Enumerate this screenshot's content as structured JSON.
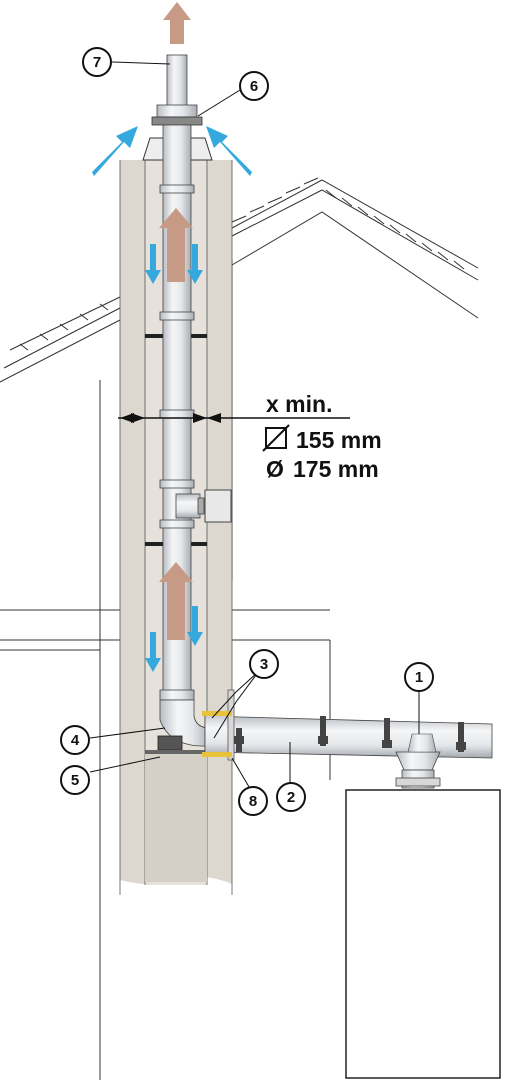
{
  "dimension": {
    "label": "x min.",
    "square_size": "155 mm",
    "round_size": "175 mm",
    "square_symbol": "◻",
    "round_symbol": "Ø"
  },
  "callouts": [
    "1",
    "2",
    "3",
    "4",
    "5",
    "6",
    "7",
    "8"
  ],
  "colors": {
    "chimney": "#dcd8d0",
    "chimney_inner": "#e6e2db",
    "flue_gas_arrow": "#c79a86",
    "air_arrow": "#35a9dd",
    "pipe_fill": "#e9ecef",
    "line": "#333333",
    "gasket": "#e8c23a"
  },
  "icons": [
    "flue-gas-arrow",
    "air-intake-arrow"
  ]
}
